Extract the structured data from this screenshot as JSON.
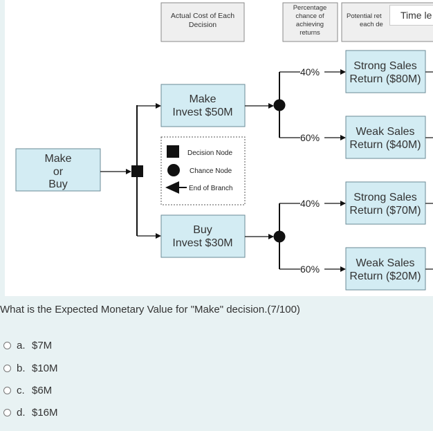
{
  "diagram": {
    "headers": {
      "actual_cost": [
        "Actual Cost of Each",
        "Decision"
      ],
      "percentage": [
        "Percentage",
        "chance of",
        "achieving",
        "returns"
      ],
      "potential": [
        "Potential ret",
        "each de"
      ]
    },
    "root": [
      "Make",
      "or",
      "Buy"
    ],
    "make_node": [
      "Make",
      "Invest $50M"
    ],
    "buy_node": [
      "Buy",
      "Invest $30M"
    ],
    "outcomes": [
      {
        "pct": "40%",
        "lines": [
          "Strong Sales",
          "Return ($80M)"
        ]
      },
      {
        "pct": "60%",
        "lines": [
          "Weak Sales",
          "Return ($40M)"
        ]
      },
      {
        "pct": "40%",
        "lines": [
          "Strong Sales",
          "Return ($70M)"
        ]
      },
      {
        "pct": "60%",
        "lines": [
          "Weak Sales",
          "Return ($20M)"
        ]
      }
    ],
    "legend": {
      "decision": "Decision Node",
      "chance": "Chance Node",
      "end": "End of Branch"
    }
  },
  "timer": {
    "label": "Time le"
  },
  "question": {
    "text": "What is the Expected Monetary Value for \"Make\" decision.(7/100)"
  },
  "options": [
    {
      "letter": "a.",
      "text": "$7M"
    },
    {
      "letter": "b.",
      "text": "$10M"
    },
    {
      "letter": "c.",
      "text": "$6M"
    },
    {
      "letter": "d.",
      "text": "$16M"
    }
  ]
}
